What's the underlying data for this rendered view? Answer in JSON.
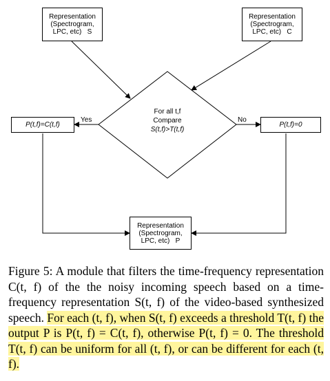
{
  "figure": {
    "nodes": {
      "source_s": {
        "lines": [
          "Representation",
          "(Spectrogram,",
          "LPC, etc)   S"
        ]
      },
      "source_c": {
        "lines": [
          "Representation",
          "(Spectrogram,",
          "LPC, etc)   C"
        ]
      },
      "decision": {
        "line1": "For all t,f",
        "line2": "Compare",
        "line3": "S(t,f)>T(t,f)"
      },
      "yes_output": {
        "text": "P(t,f)=C(t,f)"
      },
      "no_output": {
        "text": "P(t,f)=0"
      },
      "result_p": {
        "lines": [
          "Representation",
          "(Spectrogram,",
          "LPC, etc)   P"
        ]
      }
    },
    "edge_labels": {
      "yes": "Yes",
      "no": "No"
    }
  },
  "caption": {
    "label": "Figure 5:",
    "plain": " A module that filters the time-frequency representation C(t, f) of the the noisy incoming speech based on a time-frequency representation S(t, f) of the video-based synthesized speech.",
    "highlighted": "For each (t, f), when S(t, f) exceeds a threshold T(t, f) the output P is P(t, f) = C(t, f), otherwise P(t, f) = 0. The threshold T(t, f) can be uniform for all (t, f), or can be different for each (t, f)."
  },
  "colors": {
    "highlight": "#fff59d",
    "stroke": "#000000"
  }
}
